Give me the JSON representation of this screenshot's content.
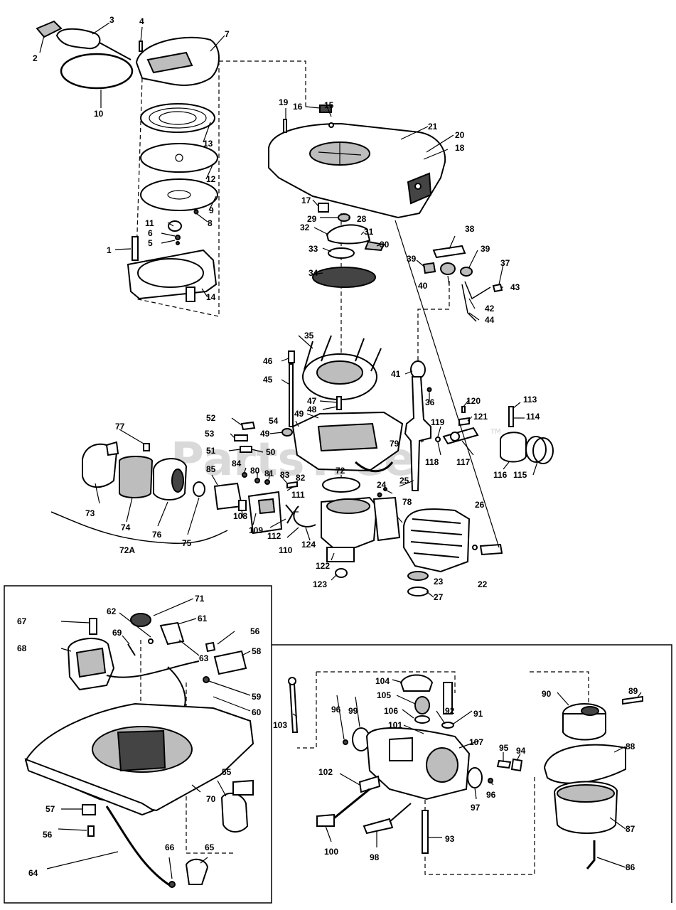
{
  "watermark": {
    "brand": "PartsTree",
    "tm": "TM"
  },
  "labels": [
    "1",
    "2",
    "3",
    "4",
    "5",
    "6",
    "7",
    "8",
    "9",
    "10",
    "11",
    "12",
    "13",
    "14",
    "15",
    "16",
    "17",
    "18",
    "19",
    "20",
    "21",
    "22",
    "23",
    "24",
    "25",
    "26",
    "27",
    "28",
    "29",
    "30",
    "31",
    "32",
    "33",
    "34",
    "35",
    "36",
    "37",
    "38",
    "39",
    "39",
    "40",
    "41",
    "42",
    "43",
    "44",
    "45",
    "46",
    "47",
    "48",
    "49",
    "49",
    "50",
    "51",
    "52",
    "53",
    "54",
    "55",
    "56",
    "56",
    "57",
    "58",
    "59",
    "60",
    "61",
    "62",
    "63",
    "64",
    "65",
    "66",
    "67",
    "68",
    "69",
    "70",
    "71",
    "72",
    "72A",
    "73",
    "74",
    "75",
    "76",
    "77",
    "78",
    "79",
    "80",
    "81",
    "82",
    "83",
    "84",
    "85",
    "86",
    "87",
    "88",
    "89",
    "90",
    "91",
    "92",
    "93",
    "94",
    "95",
    "96",
    "96",
    "97",
    "98",
    "99",
    "100",
    "101",
    "102",
    "103",
    "104",
    "105",
    "106",
    "107",
    "108",
    "109",
    "110",
    "111",
    "112",
    "113",
    "114",
    "115",
    "116",
    "117",
    "118",
    "119",
    "120",
    "121",
    "122",
    "123",
    "124"
  ]
}
